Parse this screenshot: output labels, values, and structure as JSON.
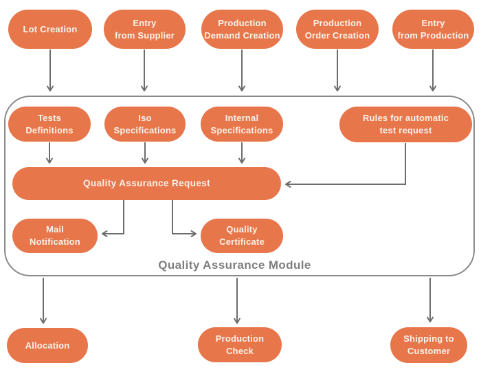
{
  "diagram": {
    "module_label": "Quality Assurance Module",
    "colors": {
      "node_fill": "#E7764B",
      "node_text": "#FBF2EA",
      "arrow": "#6D6D6D",
      "module_border": "#8A8A8A",
      "module_label_color": "#7F7F7F",
      "background": "#FFFFFF"
    },
    "nodes": {
      "lot_creation": "Lot Creation",
      "entry_from_supplier": "Entry\nfrom Supplier",
      "production_demand_creation": "Production\nDemand Creation",
      "production_order_creation": "Production\nOrder Creation",
      "entry_from_production": "Entry\nfrom Production",
      "tests_definitions": "Tests\nDefinitions",
      "iso_specifications": "Iso\nSpecifications",
      "internal_specifications": "Internal\nSpecifications",
      "rules_for_automatic_test_request": "Rules for automatic\ntest request",
      "quality_assurance_request": "Quality Assurance Request",
      "mail_notification": "Mail\nNotification",
      "quality_certificate": "Quality\nCertificate",
      "allocation": "Allocation",
      "production_check": "Production\nCheck",
      "shipping_to_customer": "Shipping to\nCustomer"
    }
  }
}
